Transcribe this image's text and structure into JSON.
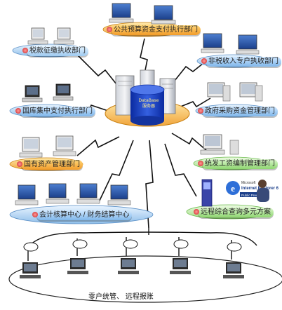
{
  "diagram": {
    "center": {
      "line1": "DataBase",
      "line2": "服务器"
    },
    "nodes": [
      {
        "id": "top",
        "label": "公共预算资金支付执行部门"
      },
      {
        "id": "tax",
        "label": "税款征缴执收部门"
      },
      {
        "id": "nontax",
        "label": "非税收入专户执收部门"
      },
      {
        "id": "treasury",
        "label": "国库集中支付执行部门"
      },
      {
        "id": "procurement",
        "label": "政府采购资金管理部门"
      },
      {
        "id": "assets",
        "label": "国有资产管理部门"
      },
      {
        "id": "payroll",
        "label": "统发工资编制管理部门"
      },
      {
        "id": "accounting",
        "label": "会计核算中心 / 财务结算中心"
      },
      {
        "id": "remote",
        "label": "远程综合查询多元方案"
      }
    ],
    "bottom_caption": "零户统管、 远程报账",
    "ie_badge": {
      "brand": "Microsoft",
      "product": "Internet Explorer 6",
      "edition": "Public Preview"
    }
  },
  "colors": {
    "orange": "#f29c2a",
    "blue": "#7fb6ea",
    "green": "#8ed66f",
    "db_blue": "#1f3fbf",
    "platform": "#f7c23a"
  }
}
